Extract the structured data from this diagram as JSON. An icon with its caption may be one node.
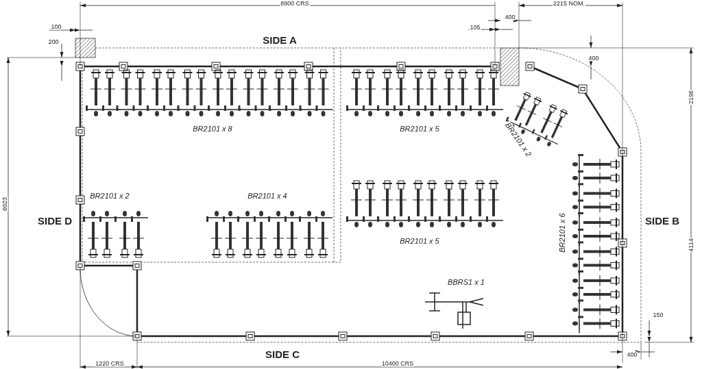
{
  "diagram": {
    "labels": [
      "8900 CRS",
      "2215 NOM.",
      "400",
      "100",
      "105",
      "SIDE A",
      "200",
      "400",
      "2196",
      "BR2101 x 8",
      "BR2101 x 5",
      "BR2101 x 2",
      "BR2101 x 2",
      "BR2101 x 4",
      "6023",
      "SIDE D",
      "SIDE B",
      "BR2101 x 6",
      "BR2101 x 5",
      "4114",
      "BBRS1  x 1",
      "150",
      "SIDE C",
      "400",
      "1220 CRS",
      "10400 CRS"
    ]
  }
}
